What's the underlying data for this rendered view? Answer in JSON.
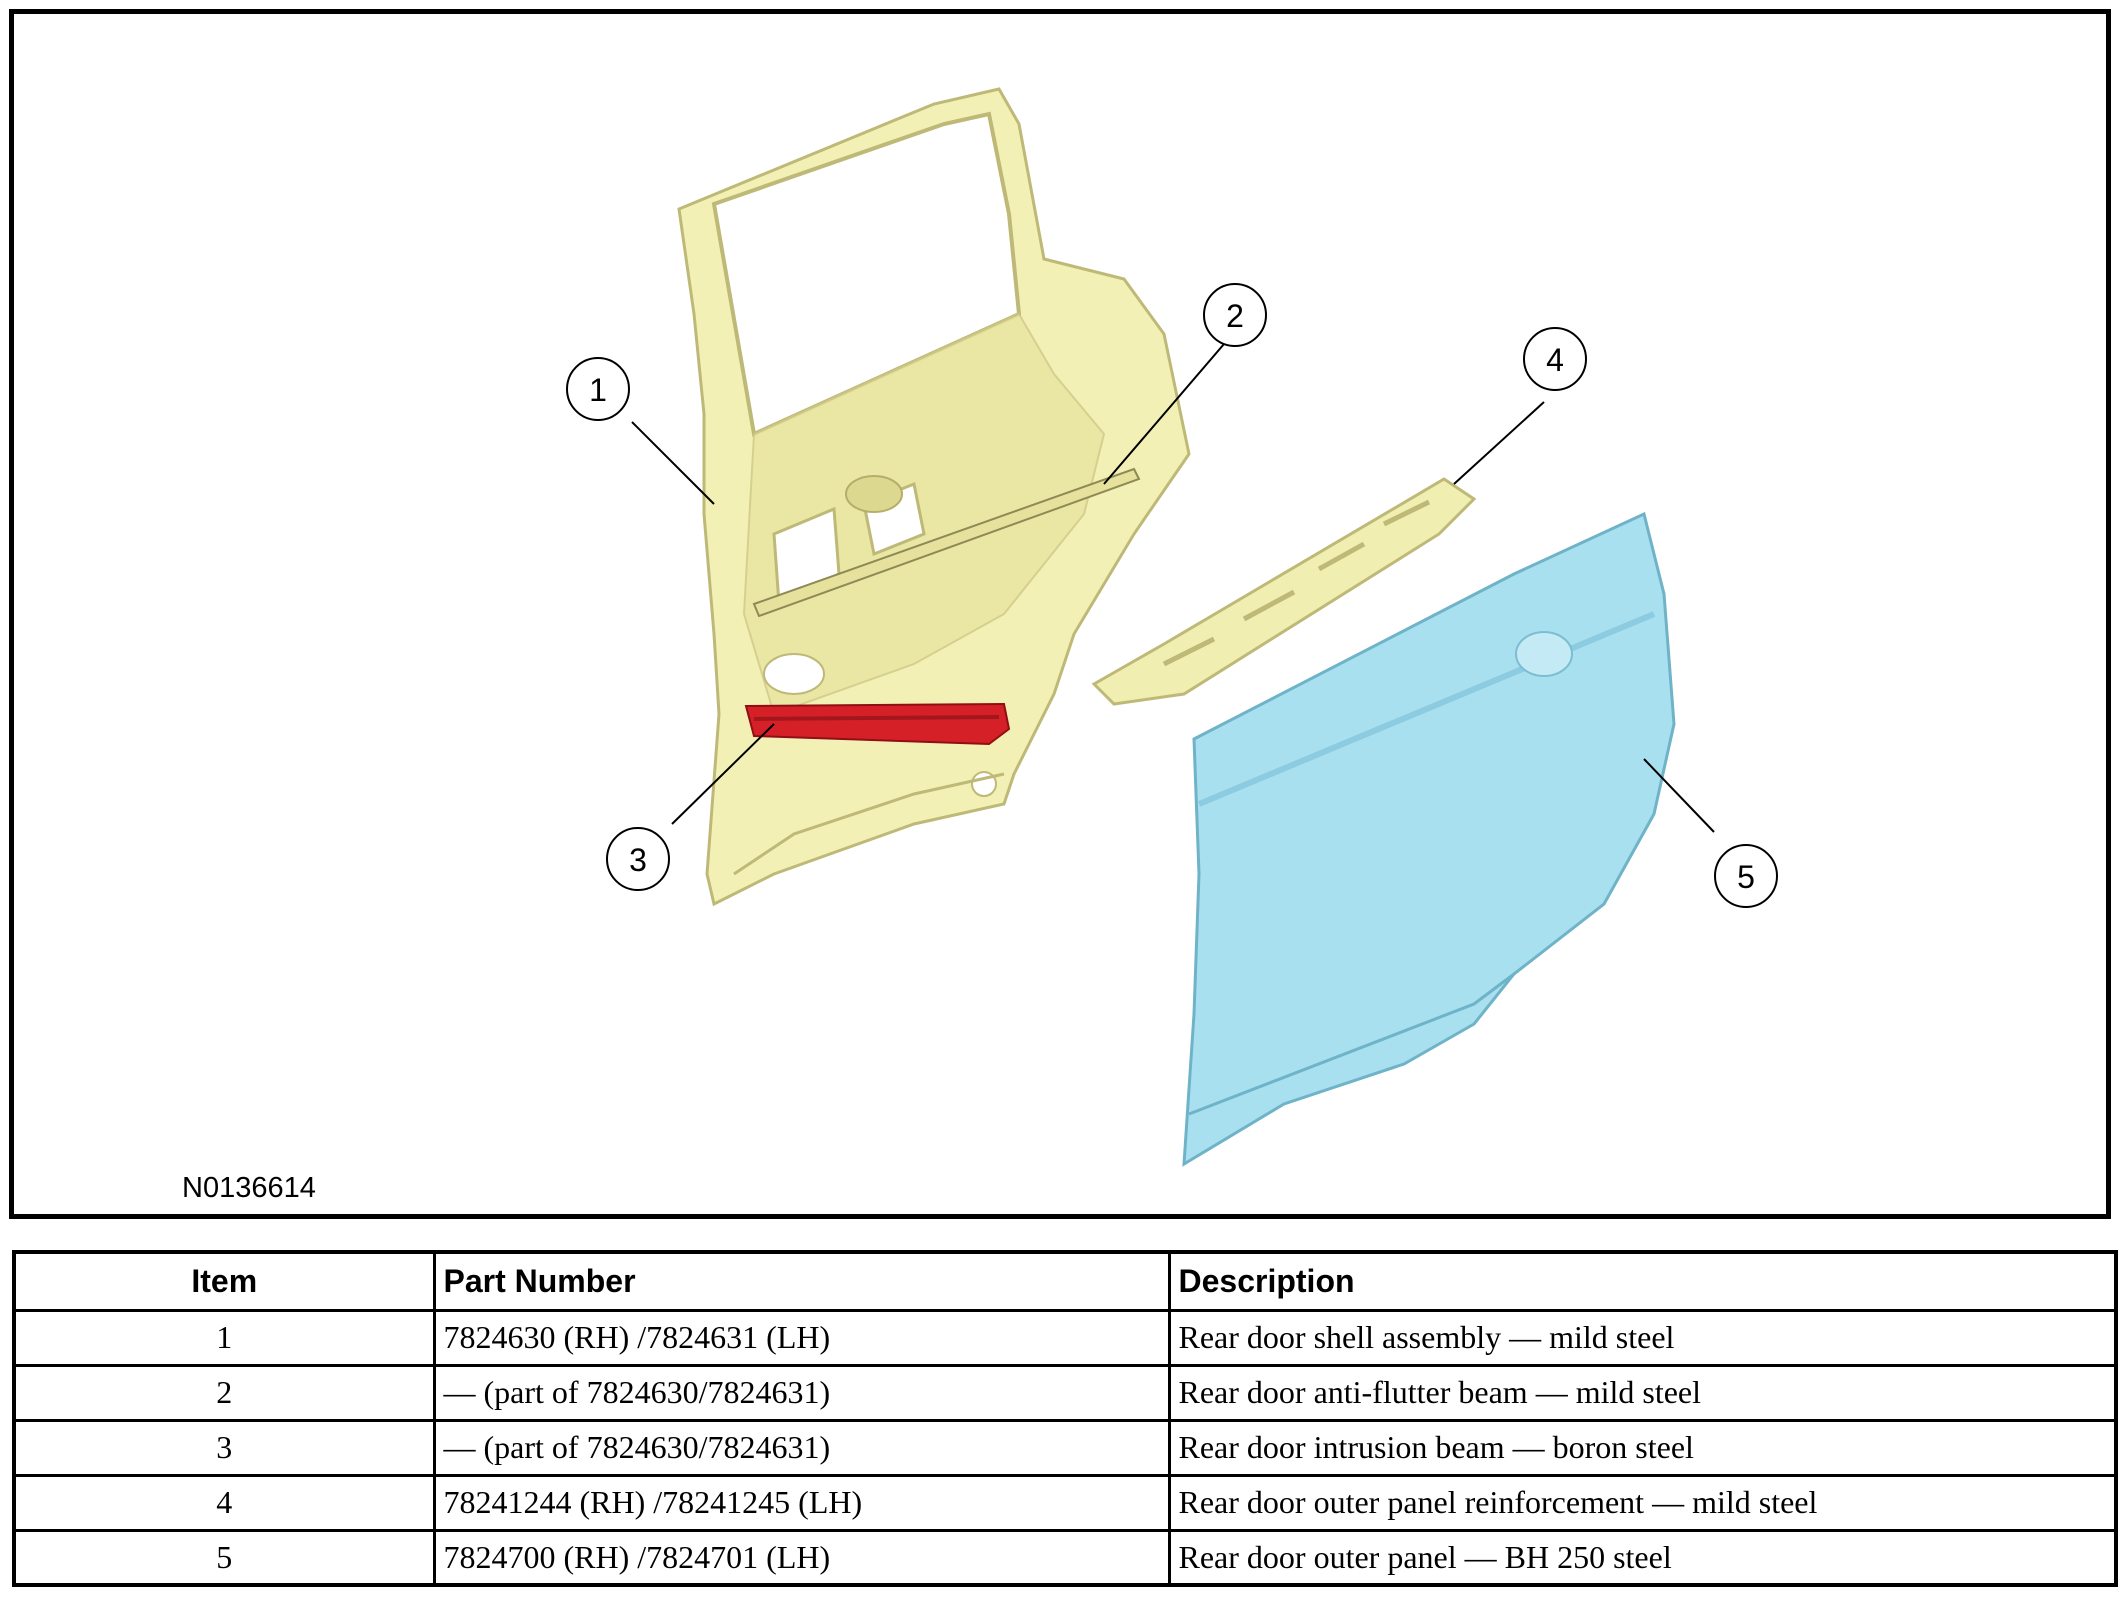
{
  "figure": {
    "id_label": "N0136614",
    "callouts": [
      "1",
      "2",
      "3",
      "4",
      "5"
    ],
    "colors": {
      "shell": "#f3f0b5",
      "shell_edge": "#bfb978",
      "intrusion_beam": "#d62027",
      "outer_panel": "#a8e0ef",
      "outer_panel_edge": "#6fb3c8",
      "reinforcement": "#f1eeb2"
    }
  },
  "table": {
    "headers": {
      "item": "Item",
      "part_number": "Part Number",
      "description": "Description"
    },
    "rows": [
      {
        "item": "1",
        "part_number": "7824630 (RH) /7824631 (LH)",
        "description": "Rear door shell assembly — mild steel"
      },
      {
        "item": "2",
        "part_number": "— (part of 7824630/7824631)",
        "description": "Rear door anti-flutter beam — mild steel"
      },
      {
        "item": "3",
        "part_number": "— (part of 7824630/7824631)",
        "description": "Rear door intrusion beam — boron steel"
      },
      {
        "item": "4",
        "part_number": "78241244 (RH) /78241245 (LH)",
        "description": "Rear door outer panel reinforcement — mild steel"
      },
      {
        "item": "5",
        "part_number": "7824700 (RH) /7824701 (LH)",
        "description": "Rear door outer panel — BH 250 steel"
      }
    ]
  }
}
